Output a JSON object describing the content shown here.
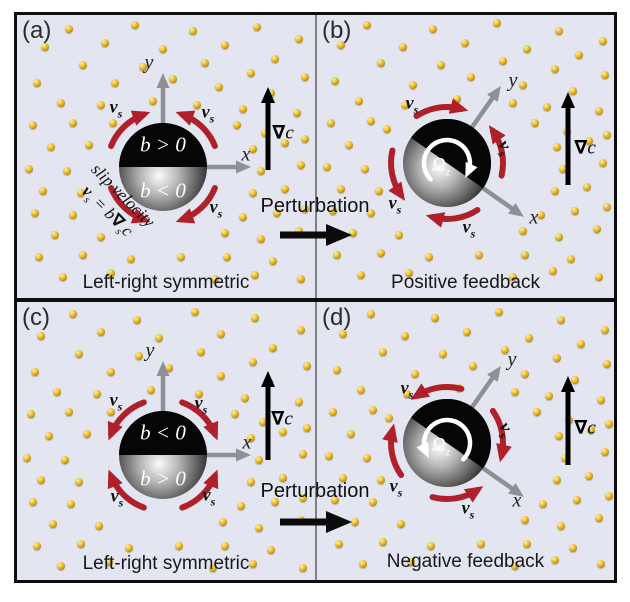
{
  "figure": {
    "colors": {
      "panel_bg": "#e3e6f1",
      "arc_red": "#b0202a",
      "axis_gray": "#8e9093",
      "dot_gold": "#dca81e",
      "sphere_black": "#060606",
      "text_dark": "#181818"
    },
    "perturbation": {
      "label": "Perturbation"
    },
    "symbols": {
      "vs_base": "v",
      "vs_sub": "s",
      "nabla": "∇",
      "concentration": "c",
      "omega_base": "Ω",
      "omega_sub": "z",
      "axis_x": "x",
      "axis_y": "y"
    },
    "panels": {
      "a": {
        "label": "(a)",
        "caption": "Left-right symmetric",
        "hemisphere_top": "b > 0",
        "hemisphere_bottom": "b < 0",
        "slip_line1": "slip velocity",
        "slip_equals": "=",
        "slip_b": "b",
        "rotation_deg": 0,
        "slip_arrows": "toward-poles",
        "omega": null,
        "dots": [
          [
            52,
            14
          ],
          [
            118,
            10
          ],
          [
            176,
            16
          ],
          [
            240,
            12
          ],
          [
            282,
            24
          ],
          [
            28,
            32
          ],
          [
            88,
            28
          ],
          [
            146,
            34
          ],
          [
            208,
            30
          ],
          [
            258,
            44
          ],
          [
            66,
            50
          ],
          [
            126,
            52
          ],
          [
            188,
            48
          ],
          [
            234,
            58
          ],
          [
            288,
            62
          ],
          [
            20,
            68
          ],
          [
            98,
            68
          ],
          [
            156,
            64
          ],
          [
            202,
            72
          ],
          [
            254,
            78
          ],
          [
            44,
            88
          ],
          [
            84,
            90
          ],
          [
            136,
            86
          ],
          [
            180,
            90
          ],
          [
            226,
            94
          ],
          [
            280,
            98
          ],
          [
            16,
            110
          ],
          [
            56,
            108
          ],
          [
            96,
            108
          ],
          [
            220,
            110
          ],
          [
            248,
            118
          ],
          [
            288,
            124
          ],
          [
            34,
            132
          ],
          [
            72,
            130
          ],
          [
            236,
            134
          ],
          [
            268,
            128
          ],
          [
            12,
            154
          ],
          [
            50,
            156
          ],
          [
            244,
            156
          ],
          [
            284,
            150
          ],
          [
            26,
            176
          ],
          [
            64,
            178
          ],
          [
            236,
            178
          ],
          [
            268,
            174
          ],
          [
            18,
            198
          ],
          [
            56,
            200
          ],
          [
            226,
            202
          ],
          [
            260,
            198
          ],
          [
            288,
            194
          ],
          [
            38,
            220
          ],
          [
            84,
            222
          ],
          [
            208,
            218
          ],
          [
            244,
            224
          ],
          [
            282,
            216
          ],
          [
            22,
            242
          ],
          [
            66,
            240
          ],
          [
            114,
            244
          ],
          [
            164,
            242
          ],
          [
            210,
            242
          ],
          [
            256,
            246
          ],
          [
            46,
            262
          ],
          [
            94,
            258
          ],
          [
            198,
            264
          ],
          [
            238,
            260
          ],
          [
            284,
            264
          ]
        ]
      },
      "b": {
        "label": "(b)",
        "caption": "Positive feedback",
        "rotation_deg": 35,
        "slip_arrows": "toward-poles",
        "omega": "clockwise",
        "dots": [
          [
            50,
            10
          ],
          [
            116,
            14
          ],
          [
            180,
            8
          ],
          [
            242,
            16
          ],
          [
            286,
            26
          ],
          [
            24,
            30
          ],
          [
            86,
            32
          ],
          [
            148,
            28
          ],
          [
            210,
            34
          ],
          [
            262,
            40
          ],
          [
            64,
            48
          ],
          [
            124,
            50
          ],
          [
            186,
            46
          ],
          [
            238,
            54
          ],
          [
            288,
            60
          ],
          [
            18,
            66
          ],
          [
            96,
            70
          ],
          [
            154,
            62
          ],
          [
            206,
            70
          ],
          [
            256,
            76
          ],
          [
            42,
            86
          ],
          [
            88,
            90
          ],
          [
            140,
            84
          ],
          [
            196,
            88
          ],
          [
            230,
            92
          ],
          [
            282,
            96
          ],
          [
            14,
            108
          ],
          [
            54,
            106
          ],
          [
            70,
            114
          ],
          [
            218,
            108
          ],
          [
            250,
            116
          ],
          [
            290,
            120
          ],
          [
            32,
            130
          ],
          [
            240,
            132
          ],
          [
            272,
            126
          ],
          [
            10,
            152
          ],
          [
            48,
            154
          ],
          [
            246,
            154
          ],
          [
            286,
            148
          ],
          [
            24,
            174
          ],
          [
            62,
            176
          ],
          [
            238,
            176
          ],
          [
            270,
            172
          ],
          [
            16,
            196
          ],
          [
            54,
            198
          ],
          [
            224,
            200
          ],
          [
            258,
            196
          ],
          [
            290,
            192
          ],
          [
            36,
            218
          ],
          [
            82,
            220
          ],
          [
            206,
            216
          ],
          [
            242,
            222
          ],
          [
            280,
            214
          ],
          [
            20,
            240
          ],
          [
            64,
            238
          ],
          [
            112,
            242
          ],
          [
            162,
            240
          ],
          [
            208,
            240
          ],
          [
            254,
            244
          ],
          [
            44,
            260
          ],
          [
            92,
            258
          ],
          [
            196,
            262
          ],
          [
            236,
            256
          ],
          [
            282,
            262
          ]
        ]
      },
      "c": {
        "label": "(c)",
        "caption": "Left-right symmetric",
        "hemisphere_top": "b < 0",
        "hemisphere_bottom": "b > 0",
        "rotation_deg": 0,
        "slip_arrows": "toward-equator",
        "omega": null,
        "dots": [
          [
            56,
            12
          ],
          [
            120,
            18
          ],
          [
            178,
            10
          ],
          [
            238,
            16
          ],
          [
            284,
            28
          ],
          [
            24,
            34
          ],
          [
            84,
            30
          ],
          [
            142,
            36
          ],
          [
            204,
            32
          ],
          [
            256,
            46
          ],
          [
            62,
            52
          ],
          [
            122,
            54
          ],
          [
            184,
            50
          ],
          [
            236,
            60
          ],
          [
            290,
            64
          ],
          [
            18,
            70
          ],
          [
            94,
            70
          ],
          [
            152,
            66
          ],
          [
            204,
            74
          ],
          [
            252,
            80
          ],
          [
            40,
            90
          ],
          [
            80,
            92
          ],
          [
            134,
            88
          ],
          [
            182,
            92
          ],
          [
            228,
            96
          ],
          [
            282,
            100
          ],
          [
            14,
            112
          ],
          [
            52,
            110
          ],
          [
            94,
            110
          ],
          [
            218,
            112
          ],
          [
            246,
            120
          ],
          [
            290,
            126
          ],
          [
            32,
            134
          ],
          [
            70,
            132
          ],
          [
            234,
            136
          ],
          [
            266,
            130
          ],
          [
            10,
            156
          ],
          [
            48,
            158
          ],
          [
            242,
            158
          ],
          [
            286,
            152
          ],
          [
            24,
            178
          ],
          [
            62,
            180
          ],
          [
            234,
            180
          ],
          [
            266,
            176
          ],
          [
            16,
            200
          ],
          [
            54,
            202
          ],
          [
            224,
            204
          ],
          [
            258,
            200
          ],
          [
            286,
            196
          ],
          [
            36,
            222
          ],
          [
            82,
            224
          ],
          [
            206,
            220
          ],
          [
            242,
            226
          ],
          [
            284,
            218
          ],
          [
            20,
            244
          ],
          [
            64,
            242
          ],
          [
            112,
            246
          ],
          [
            162,
            244
          ],
          [
            208,
            244
          ],
          [
            254,
            248
          ],
          [
            44,
            264
          ],
          [
            92,
            260
          ],
          [
            196,
            266
          ],
          [
            236,
            262
          ],
          [
            286,
            266
          ]
        ]
      },
      "d": {
        "label": "(d)",
        "caption": "Negative feedback",
        "rotation_deg": 35,
        "slip_arrows": "toward-equator",
        "omega": "counterclockwise",
        "dots": [
          [
            54,
            12
          ],
          [
            118,
            16
          ],
          [
            182,
            10
          ],
          [
            244,
            18
          ],
          [
            288,
            28
          ],
          [
            26,
            32
          ],
          [
            88,
            34
          ],
          [
            150,
            30
          ],
          [
            212,
            36
          ],
          [
            264,
            42
          ],
          [
            66,
            50
          ],
          [
            126,
            52
          ],
          [
            188,
            48
          ],
          [
            240,
            56
          ],
          [
            290,
            62
          ],
          [
            20,
            68
          ],
          [
            98,
            72
          ],
          [
            156,
            64
          ],
          [
            208,
            72
          ],
          [
            258,
            78
          ],
          [
            44,
            88
          ],
          [
            90,
            92
          ],
          [
            142,
            86
          ],
          [
            198,
            90
          ],
          [
            232,
            94
          ],
          [
            284,
            98
          ],
          [
            16,
            110
          ],
          [
            56,
            108
          ],
          [
            72,
            116
          ],
          [
            220,
            110
          ],
          [
            252,
            118
          ],
          [
            292,
            122
          ],
          [
            34,
            132
          ],
          [
            242,
            134
          ],
          [
            274,
            128
          ],
          [
            12,
            154
          ],
          [
            50,
            156
          ],
          [
            248,
            156
          ],
          [
            288,
            150
          ],
          [
            26,
            176
          ],
          [
            64,
            178
          ],
          [
            240,
            178
          ],
          [
            272,
            174
          ],
          [
            18,
            198
          ],
          [
            56,
            200
          ],
          [
            226,
            202
          ],
          [
            260,
            198
          ],
          [
            292,
            194
          ],
          [
            38,
            220
          ],
          [
            84,
            222
          ],
          [
            208,
            218
          ],
          [
            244,
            224
          ],
          [
            282,
            216
          ],
          [
            22,
            242
          ],
          [
            66,
            240
          ],
          [
            114,
            244
          ],
          [
            164,
            242
          ],
          [
            210,
            242
          ],
          [
            256,
            246
          ],
          [
            46,
            262
          ],
          [
            94,
            260
          ],
          [
            198,
            264
          ],
          [
            238,
            258
          ],
          [
            284,
            262
          ]
        ]
      }
    }
  }
}
